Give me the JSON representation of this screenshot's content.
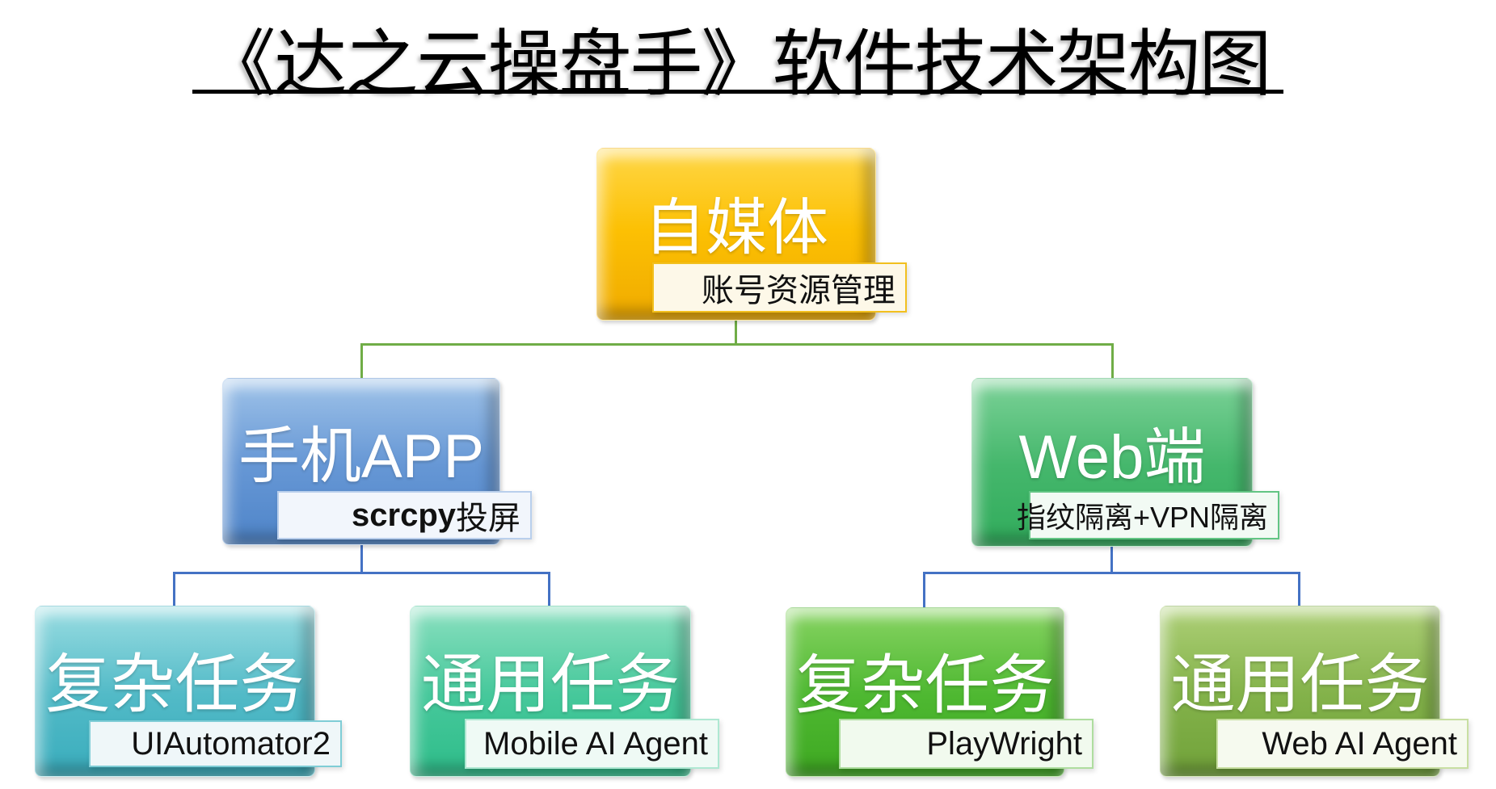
{
  "title": {
    "text": "《达之云操盘手》软件技术架构图"
  },
  "nodes": {
    "root": {
      "label": "自媒体",
      "sublabel": "账号资源管理"
    },
    "mobile": {
      "label": "手机APP",
      "sublabel_bold": "scrcpy",
      "sublabel_rest": "投屏"
    },
    "web": {
      "label": "Web端",
      "sublabel": "指纹隔离+VPN隔离"
    },
    "mobile_complex": {
      "label": "复杂任务",
      "sublabel": "UIAutomator2"
    },
    "mobile_general": {
      "label": "通用任务",
      "sublabel": "Mobile AI Agent"
    },
    "web_complex": {
      "label": "复杂任务",
      "sublabel": "PlayWright"
    },
    "web_general": {
      "label": "通用任务",
      "sublabel": "Web AI Agent"
    }
  },
  "colors": {
    "root_box": "#fcc003",
    "mobile_box": "#6697d5",
    "web_box": "#45b76c",
    "mobile_complex_box": "#52bac7",
    "mobile_general_box": "#46c89b",
    "web_complex_box": "#4eb831",
    "web_general_box": "#83b24a",
    "connector_top": "#70ad47",
    "connector_bottom": "#4472c4",
    "root_sublabel_border": "#f2c01e",
    "title_text": "#000000",
    "box_text": "#ffffff",
    "sublabel_text": "#111111",
    "background": "#ffffff"
  }
}
